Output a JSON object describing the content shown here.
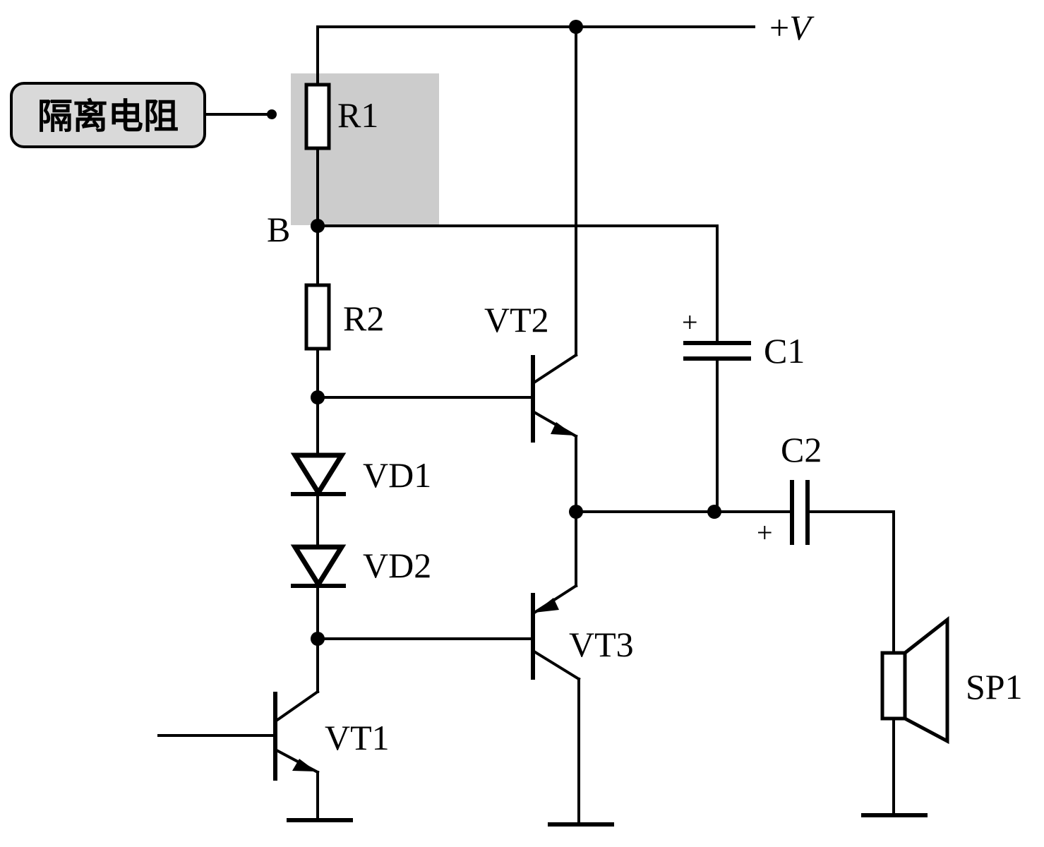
{
  "callout": {
    "text": "隔离电阻"
  },
  "supply": {
    "plus": "+",
    "symbol": "V"
  },
  "node_b": "B",
  "resistors": {
    "r1": "R1",
    "r2": "R2"
  },
  "transistors": {
    "vt1": "VT1",
    "vt2": "VT2",
    "vt3": "VT3"
  },
  "diodes": {
    "vd1": "VD1",
    "vd2": "VD2"
  },
  "capacitors": {
    "c1": "C1",
    "c2": "C2",
    "polarity": "+"
  },
  "speaker": "SP1",
  "colors": {
    "highlight": "#cccccc",
    "callout_fill": "#d9d9d9",
    "line": "#000000"
  }
}
